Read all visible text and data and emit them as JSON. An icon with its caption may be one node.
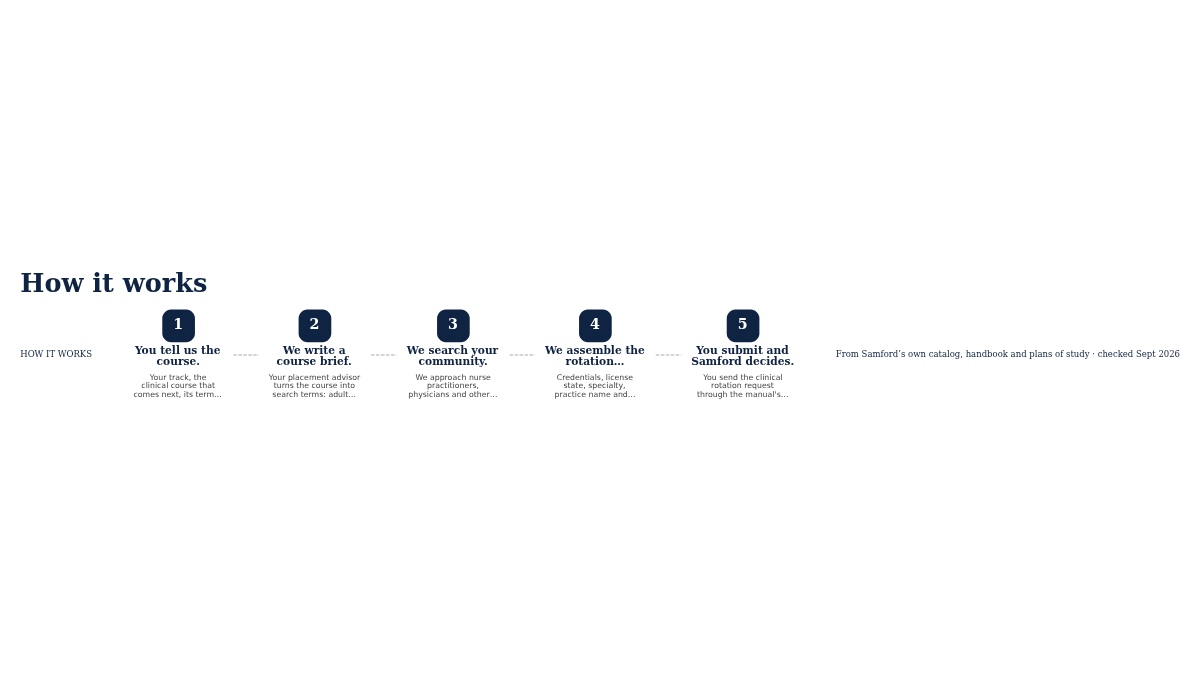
{
  "diagram": {
    "title": "How it works",
    "nodes": [
      {
        "text": [
          "1"
        ],
        "beside": [
          "You tell us the course.",
          "Your track, the clinical course that comes next, its term…"
        ]
      },
      {
        "text": [
          "2"
        ],
        "beside": [
          "We write a course brief.",
          "Your placement advisor turns the course into search terms: adult…"
        ]
      },
      {
        "text": [
          "3"
        ],
        "beside": [
          "We search your community.",
          "We approach nurse practitioners, physicians and other…"
        ]
      },
      {
        "text": [
          "4"
        ],
        "beside": [
          "We assemble the rotation…",
          "Credentials, license state, specialty, practice name and…"
        ]
      },
      {
        "text": [
          "5"
        ],
        "beside": [
          "You submit and Samford decides.",
          "You send the clinical rotation request through the manual's…"
        ]
      }
    ],
    "edges": [
      {
        "from": 0,
        "to": 1,
        "arrow": "none",
        "style": "dashed"
      },
      {
        "from": 1,
        "to": 2,
        "arrow": "none",
        "style": "dashed"
      },
      {
        "from": 2,
        "to": 3,
        "arrow": "none",
        "style": "dashed"
      },
      {
        "from": 3,
        "to": 4,
        "arrow": "none",
        "style": "dashed"
      }
    ],
    "labels": [
      "HOW IT WORKS",
      "From Samford’s own catalog, handbook and plans of study · checked Sept 2026"
    ]
  }
}
